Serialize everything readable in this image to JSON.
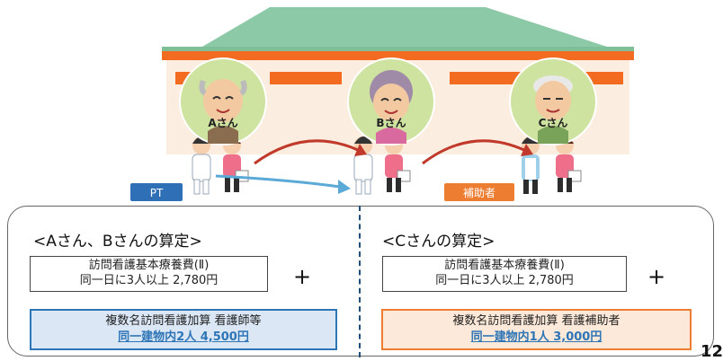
{
  "residents": [
    {
      "label": "Aさん"
    },
    {
      "label": "Bさん"
    },
    {
      "label": "Cさん"
    }
  ],
  "tags": {
    "pt": "PT",
    "assistant": "補助者"
  },
  "left": {
    "title": "<Aさん、Bさんの算定>",
    "base_line1": "訪問看護基本療養費(Ⅱ)",
    "base_line2": "同一日に3人以上 2,780円",
    "plus": "+",
    "addon_line1": "複数名訪問看護加算 看護師等",
    "addon_line2": "同一建物内2人 4,500円"
  },
  "right": {
    "title": "<Cさんの算定>",
    "base_line1": "訪問看護基本療養費(Ⅱ)",
    "base_line2": "同一日に3人以上 2,780円",
    "plus": "+",
    "addon_line1": "複数名訪問看護加算 看護補助者",
    "addon_line2": "同一建物内1人 3,000円"
  },
  "page_number": "12",
  "colors": {
    "pt_tag": "#2f6fb5",
    "assistant_tag": "#ed7d31",
    "left_addon_bg": "#dbe7f5",
    "left_addon_border": "#2e75b6",
    "right_addon_bg": "#fde9d9",
    "right_addon_border": "#ed7d31",
    "building_roof": "#8cc9a6",
    "building_stripe": "#f26b21"
  }
}
